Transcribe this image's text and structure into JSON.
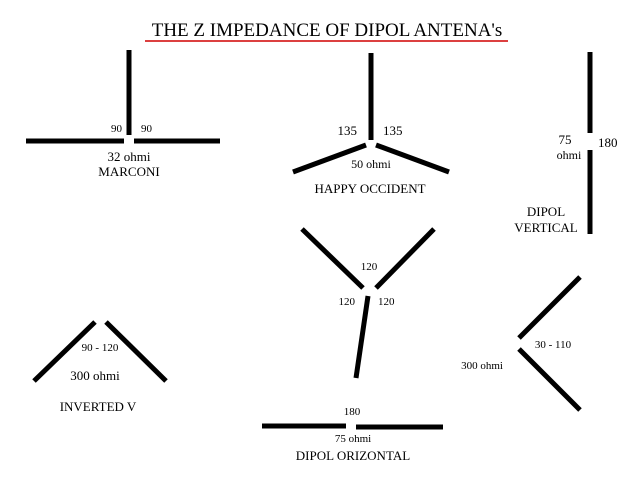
{
  "title": "THE Z IMPEDANCE OF DIPOL ANTENA's",
  "colors": {
    "underline": "#d00000",
    "ink": "#000000",
    "background": "#ffffff"
  },
  "marconi": {
    "left": "90",
    "right": "90",
    "impedance": "32 ohmi",
    "name": "MARCONI"
  },
  "happy_occident": {
    "left": "135",
    "right": "135",
    "impedance": "50 ohmi",
    "name": "HAPPY OCCIDENT"
  },
  "dipol_vertical": {
    "left_value": "75",
    "left_unit": "ohmi",
    "right_value": "180",
    "name_line1": "DIPOL",
    "name_line2": "VERTICAL"
  },
  "y_antenna": {
    "top": "120",
    "left": "120",
    "right": "120"
  },
  "inverted_v": {
    "value": "90 - 120",
    "impedance": "300 ohmi",
    "name": "INVERTED V"
  },
  "side_v": {
    "value": "30 - 110",
    "impedance": "300 ohmi"
  },
  "dipol_orizontal": {
    "value": "180",
    "impedance": "75 ohmi",
    "name": "DIPOL ORIZONTAL"
  }
}
